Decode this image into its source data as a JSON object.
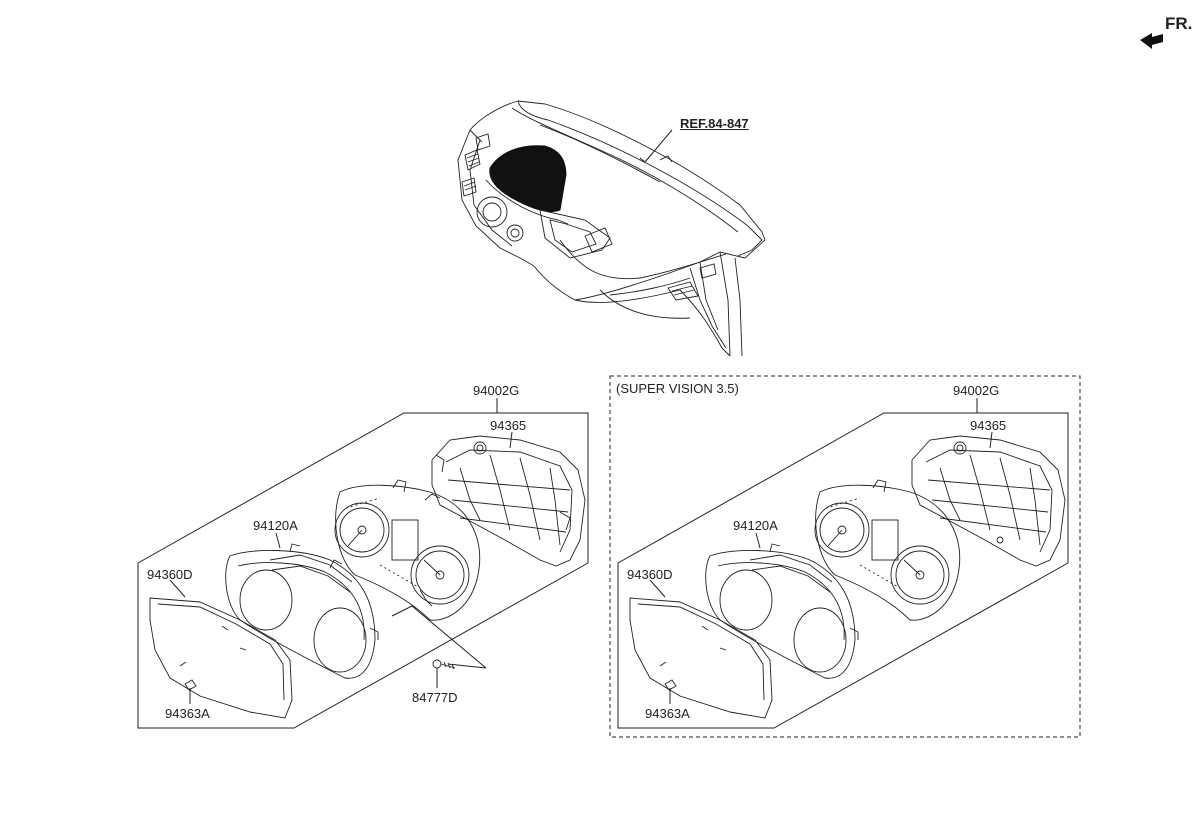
{
  "header": {
    "front_indicator": "FR.",
    "front_arrow_icon": "front-arrow-icon"
  },
  "dashboard": {
    "reference": "REF.84-847"
  },
  "left_group": {
    "assembly": "94002G",
    "housing": "94365",
    "case": "94120A",
    "lens": "94360D",
    "clip": "94363A",
    "screw": "84777D"
  },
  "right_group": {
    "variant_title": "(SUPER VISION 3.5)",
    "assembly": "94002G",
    "housing": "94365",
    "case": "94120A",
    "lens": "94360D",
    "clip": "94363A"
  },
  "colors": {
    "line": "#222222",
    "background": "#ffffff"
  }
}
